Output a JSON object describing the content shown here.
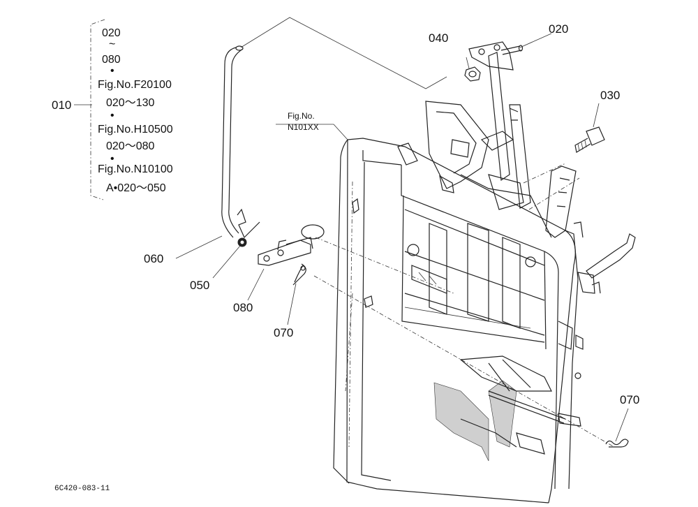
{
  "labels": {
    "p010": "010",
    "p020_top": "020",
    "p030": "030",
    "p040": "040",
    "p050": "050",
    "p060": "060",
    "p070_a": "070",
    "p070_b": "070",
    "p080": "080",
    "fig_ref_line1": "Fig.No.",
    "fig_ref_line2": "N101XX"
  },
  "group_010": {
    "lines": [
      "020",
      "~",
      "080",
      "•",
      "Fig.No.F20100",
      "020～130",
      "•",
      "Fig.No.H10500",
      "020～080",
      "•",
      "Fig.No.N10100",
      "A•020～050"
    ]
  },
  "footer_code": "6C420-083-11"
}
